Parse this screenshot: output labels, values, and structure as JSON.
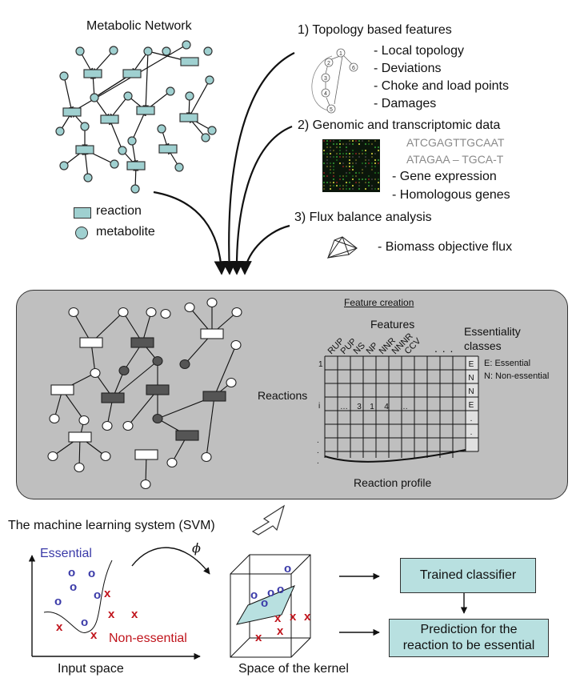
{
  "network": {
    "title": "Metabolic Network",
    "legend_reaction": "reaction",
    "legend_metabolite": "metabolite"
  },
  "features": {
    "s1_title": "1) Topology based features",
    "s1_items": [
      "- Local topology",
      "- Deviations",
      "- Choke and load points",
      "- Damages"
    ],
    "s2_title": "2) Genomic and transcriptomic data",
    "seq1": "ATCGAGTTGCAAT",
    "seq2": "ATAGAA – TGCA-T",
    "s2_items": [
      "- Gene expression",
      "- Homologous genes"
    ],
    "s3_title": "3) Flux balance analysis",
    "s3_items": [
      "- Biomass objective flux"
    ],
    "graph_nodes": [
      "1",
      "2",
      "3",
      "4",
      "5",
      "6"
    ]
  },
  "feature_creation": {
    "heading": "Feature creation",
    "features_label": "Features",
    "columns": [
      "RUP",
      "PUP",
      "NS",
      "NP",
      "NNR",
      "NNNR",
      "CCV"
    ],
    "ellipsis": ". . .",
    "ess_title_line1": "Essentiality",
    "ess_title_line2": "classes",
    "legend_e": "E: Essential",
    "legend_n": "N: Non-essential",
    "reactions_label": "Reactions",
    "row_labels": [
      "1",
      "i"
    ],
    "row_i_cells": [
      "…",
      "3",
      "1",
      "4",
      "…"
    ],
    "class_column": [
      "E",
      "N",
      "N",
      "E",
      ".",
      "."
    ],
    "profile_label": "Reaction profile"
  },
  "ml": {
    "title": "The machine learning system (SVM)",
    "essential_label": "Essential",
    "nonessential_label": "Non-essential",
    "phi": "ϕ",
    "input_space_label": "Input space",
    "kernel_label": "Space of the kernel",
    "trained_classifier": "Trained classifier",
    "prediction_line1": "Prediction for the",
    "prediction_line2": "reaction to be essential",
    "o_symbol": "o",
    "x_symbol": "x"
  },
  "colors": {
    "reaction_fill": "#9fd0d0",
    "metabolite_fill": "#9fd0d0",
    "panel_bg": "#bfbfbf",
    "dark_node": "#555555",
    "box_fill": "#b8e0e0",
    "essential_blue": "#3a3aa8",
    "nonessential_red": "#c0141c"
  }
}
